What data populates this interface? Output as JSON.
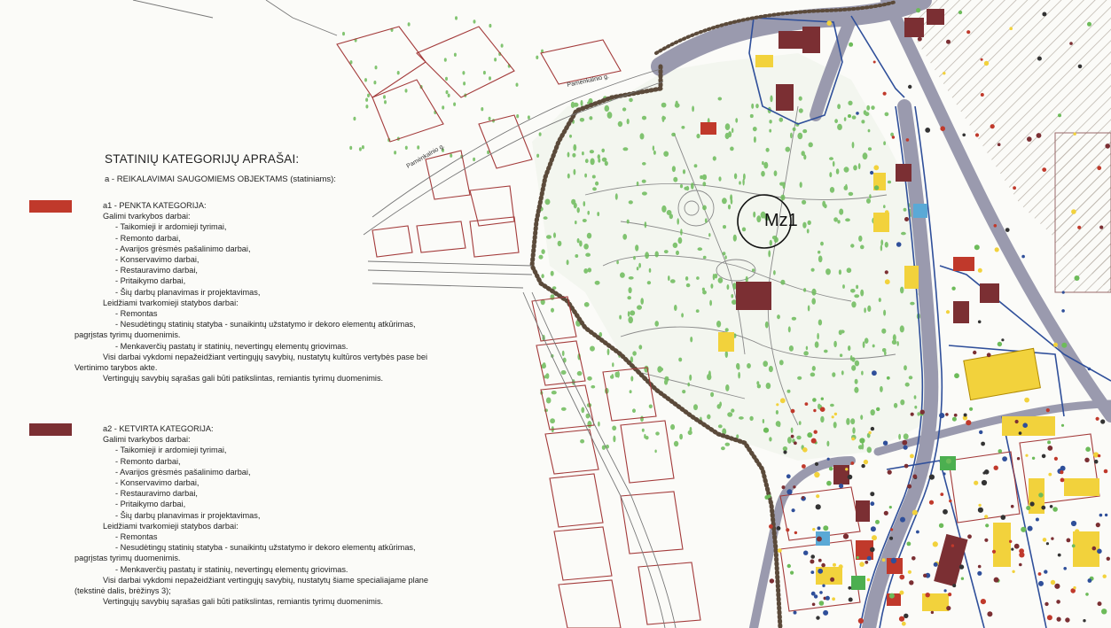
{
  "legend": {
    "title": "STATINIŲ KATEGORIJŲ APRAŠAI:",
    "subtitle": "a - REIKALAVIMAI SAUGOMIEMS OBJEKTAMS (statiniams):",
    "sections": [
      {
        "color": "#c0392b",
        "lines": [
          {
            "t": "a1 - PENKTA KATEGORIJA:",
            "c": "i1"
          },
          {
            "t": "Galimi tvarkybos darbai:",
            "c": "i2"
          },
          {
            "t": "- Taikomieji ir ardomieji tyrimai,",
            "c": "i3"
          },
          {
            "t": "- Remonto darbai,",
            "c": "i3"
          },
          {
            "t": "- Avarijos grėsmės pašalinimo darbai,",
            "c": "i3"
          },
          {
            "t": "- Konservavimo darbai,",
            "c": "i3"
          },
          {
            "t": "- Restauravimo darbai,",
            "c": "i3"
          },
          {
            "t": "- Pritaikymo darbai,",
            "c": "i3"
          },
          {
            "t": "- Šių darbų planavimas ir projektavimas,",
            "c": "i3"
          },
          {
            "t": "Leidžiami tvarkomieji statybos darbai:",
            "c": "i2"
          },
          {
            "t": "- Remontas",
            "c": "i3"
          },
          {
            "t": "- Nesudėtingų statinių statyba - sunaikintų užstatymo ir dekoro elementų atkūrimas,",
            "c": "i3"
          },
          {
            "t": "pagrįstas tyrimų duomenimis.",
            "c": "i0"
          },
          {
            "t": "- Menkaverčių pastatų ir statinių, nevertingų elementų griovimas.",
            "c": "i3"
          },
          {
            "t": "Visi darbai vykdomi nepažeidžiant vertingųjų savybių, nustatytų kultūros vertybės pase bei",
            "c": "i2"
          },
          {
            "t": "Vertinimo tarybos akte.",
            "c": "i0"
          },
          {
            "t": "Vertingųjų savybių sąrašas gali būti patikslintas, remiantis tyrimų duomenimis.",
            "c": "i2"
          }
        ]
      },
      {
        "color": "#7b2f33",
        "lines": [
          {
            "t": "a2 - KETVIRTA KATEGORIJA:",
            "c": "i1"
          },
          {
            "t": "Galimi tvarkybos darbai:",
            "c": "i2"
          },
          {
            "t": "- Taikomieji ir ardomieji tyrimai,",
            "c": "i3"
          },
          {
            "t": "- Remonto darbai,",
            "c": "i3"
          },
          {
            "t": "- Avarijos grėsmės pašalinimo darbai,",
            "c": "i3"
          },
          {
            "t": "- Konservavimo darbai,",
            "c": "i3"
          },
          {
            "t": "- Restauravimo darbai,",
            "c": "i3"
          },
          {
            "t": "- Pritaikymo darbai,",
            "c": "i3"
          },
          {
            "t": "- Šių darbų planavimas ir projektavimas,",
            "c": "i3"
          },
          {
            "t": "Leidžiami tvarkomieji statybos darbai:",
            "c": "i2"
          },
          {
            "t": "- Remontas",
            "c": "i3"
          },
          {
            "t": "- Nesudėtingų statinių statyba - sunaikintų užstatymo ir dekoro elementų atkūrimas,",
            "c": "i3"
          },
          {
            "t": "pagrįstas tyrimų duomenimis.",
            "c": "i0"
          },
          {
            "t": "- Menkaverčių pastatų ir statinių, nevertingų elementų griovimas.",
            "c": "i3"
          },
          {
            "t": "Visi darbai vykdomi nepažeidžiant vertingųjų savybių, nustatytų šiame specialiajame plane",
            "c": "i2"
          },
          {
            "t": "(tekstinė dalis, brėžinys 3);",
            "c": "i0"
          },
          {
            "t": "Vertingųjų savybių sąrašas gali būti patikslintas, remiantis tyrimų duomenimis.",
            "c": "i2"
          }
        ]
      }
    ]
  },
  "map": {
    "zone_label": "Mz1",
    "street_labels": [
      "Pamėnkalnio g.",
      "Pamėnkalnio g."
    ],
    "colors": {
      "road": "#9a9aae",
      "boundary": "#5b4a3a",
      "trees": "#6dbb5a",
      "building_red": "#c0392b",
      "building_brown": "#7b2f33",
      "building_yellow": "#f2d23c",
      "plot_line": "#a33a3a",
      "blue_line": "#2f4f9a",
      "hatch": "#b9b1a8"
    }
  }
}
